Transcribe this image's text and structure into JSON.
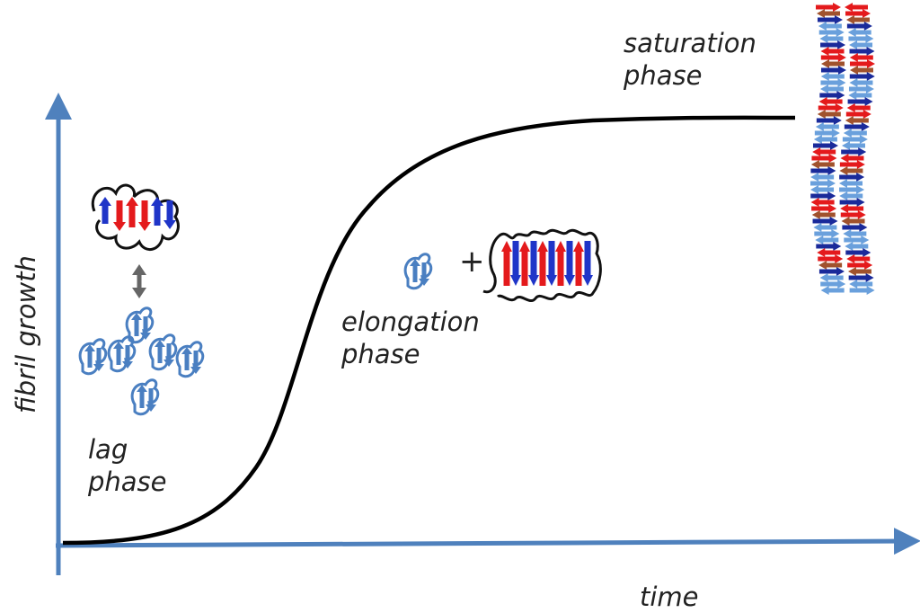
{
  "axes": {
    "x_label": "time",
    "y_label": "fibril growth",
    "axis_color": "#4f81bd"
  },
  "phases": {
    "lag": {
      "line1": "lag",
      "line2": "phase"
    },
    "elongation": {
      "line1": "elongation",
      "line2": "phase"
    },
    "saturation": {
      "line1": "saturation",
      "line2": "phase"
    }
  },
  "plus_sign": "+",
  "curve": {
    "shape": "sigmoid",
    "color": "#000000"
  },
  "colors": {
    "monomer": "#4a7fc1",
    "strand_red": "#e41a1c",
    "strand_blue": "#1f35c8",
    "strand_dark_blue": "#1a2a9a",
    "strand_light_blue": "#6aa0dc",
    "strand_brown": "#a0522d",
    "loop": "#111111",
    "equilibrium_arrow": "#666666"
  },
  "icons": {
    "monomer": "folded-monomer-icon",
    "oligomer": "misfolded-oligomer-icon",
    "protofibril": "protofibril-icon",
    "fibril": "mature-fibril-icon"
  }
}
